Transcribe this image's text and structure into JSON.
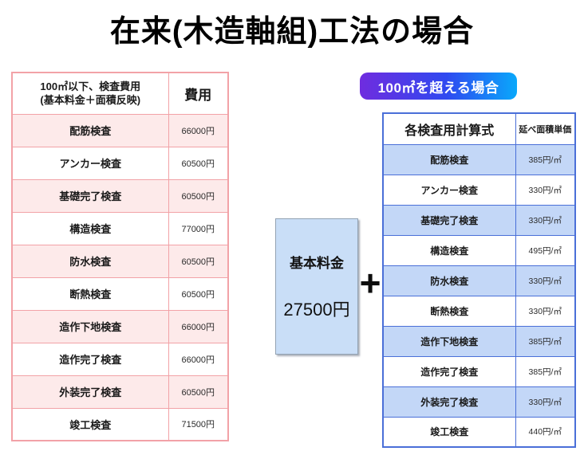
{
  "title": "在来(木造軸組)工法の場合",
  "left_table": {
    "header": {
      "name_line1": "100㎡以下、検査費用",
      "name_line2": "(基本料金＋面積反映)",
      "value": "費用"
    },
    "rows": [
      {
        "name": "配筋検査",
        "value": "66000円"
      },
      {
        "name": "アンカー検査",
        "value": "60500円"
      },
      {
        "name": "基礎完了検査",
        "value": "60500円"
      },
      {
        "name": "構造検査",
        "value": "77000円"
      },
      {
        "name": "防水検査",
        "value": "60500円"
      },
      {
        "name": "断熱検査",
        "value": "60500円"
      },
      {
        "name": "造作下地検査",
        "value": "66000円"
      },
      {
        "name": "造作完了検査",
        "value": "66000円"
      },
      {
        "name": "外装完了検査",
        "value": "60500円"
      },
      {
        "name": "竣工検査",
        "value": "71500円"
      }
    ]
  },
  "badge": {
    "label": "100㎡を超える場合"
  },
  "base_fee": {
    "label": "基本料金",
    "amount": "27500円"
  },
  "plus_sign": "+",
  "right_table": {
    "header": {
      "name": "各検査用計算式",
      "value": "延べ面積単価"
    },
    "rows": [
      {
        "name": "配筋検査",
        "value": "385円/㎡"
      },
      {
        "name": "アンカー検査",
        "value": "330円/㎡"
      },
      {
        "name": "基礎完了検査",
        "value": "330円/㎡"
      },
      {
        "name": "構造検査",
        "value": "495円/㎡"
      },
      {
        "name": "防水検査",
        "value": "330円/㎡"
      },
      {
        "name": "断熱検査",
        "value": "330円/㎡"
      },
      {
        "name": "造作下地検査",
        "value": "385円/㎡"
      },
      {
        "name": "造作完了検査",
        "value": "385円/㎡"
      },
      {
        "name": "外装完了検査",
        "value": "330円/㎡"
      },
      {
        "name": "竣工検査",
        "value": "440円/㎡"
      }
    ]
  },
  "colors": {
    "left_table_border": "#f2a2a7",
    "left_table_stripe": "#fdeaea",
    "right_table_border": "#4a6fd8",
    "right_table_stripe": "#c3d7f7",
    "base_fee_bg": "#c9def7",
    "badge_gradient_start": "#6f2cdf",
    "badge_gradient_end": "#09a8fb"
  }
}
